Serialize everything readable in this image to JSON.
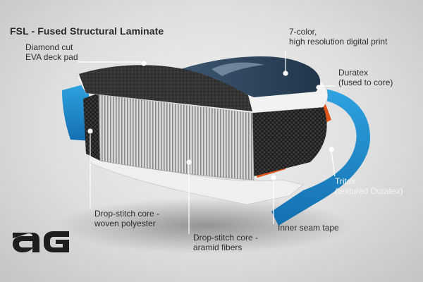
{
  "title": "FSL - Fused Structural Laminate",
  "labels": {
    "deck_pad": [
      "Diamond cut",
      "EVA deck pad"
    ],
    "digital_print": [
      "7-color,",
      "high resolution digital print"
    ],
    "duratex": [
      "Duratex",
      "(fused to core)"
    ],
    "tritex": [
      "Tritex",
      "(textured Duratex)"
    ],
    "woven_core": [
      "Drop-stitch core -",
      "woven polyester"
    ],
    "aramid_core": [
      "Drop-stitch core -",
      "aramid fibers"
    ],
    "seam_tape": [
      "Inner seam tape"
    ]
  },
  "logo": "aG",
  "colors": {
    "background": "#dcdcdc",
    "deck_navy": "#2c4358",
    "tritex_blue": "#1f8fd0",
    "seam_tape_orange": "#e0541d",
    "shell_white": "#f2f2f2",
    "text": "#2f2f2f"
  }
}
